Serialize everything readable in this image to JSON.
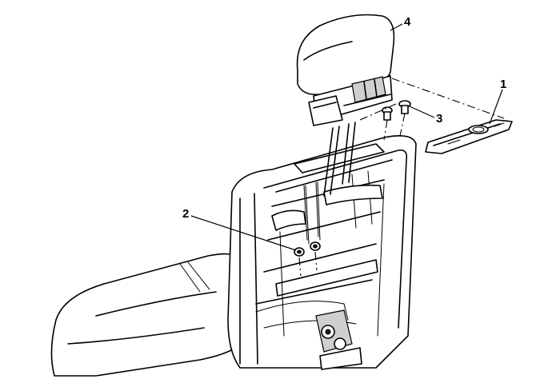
{
  "callouts": [
    {
      "id": "1",
      "label": "1",
      "part": "headrest-cover-trim"
    },
    {
      "id": "2",
      "label": "2",
      "part": "headrest-guide-nut"
    },
    {
      "id": "3",
      "label": "3",
      "part": "headrest-guide-sleeve"
    },
    {
      "id": "4",
      "label": "4",
      "part": "headrest"
    }
  ],
  "colors": {
    "line": "#000000",
    "background": "#ffffff"
  }
}
